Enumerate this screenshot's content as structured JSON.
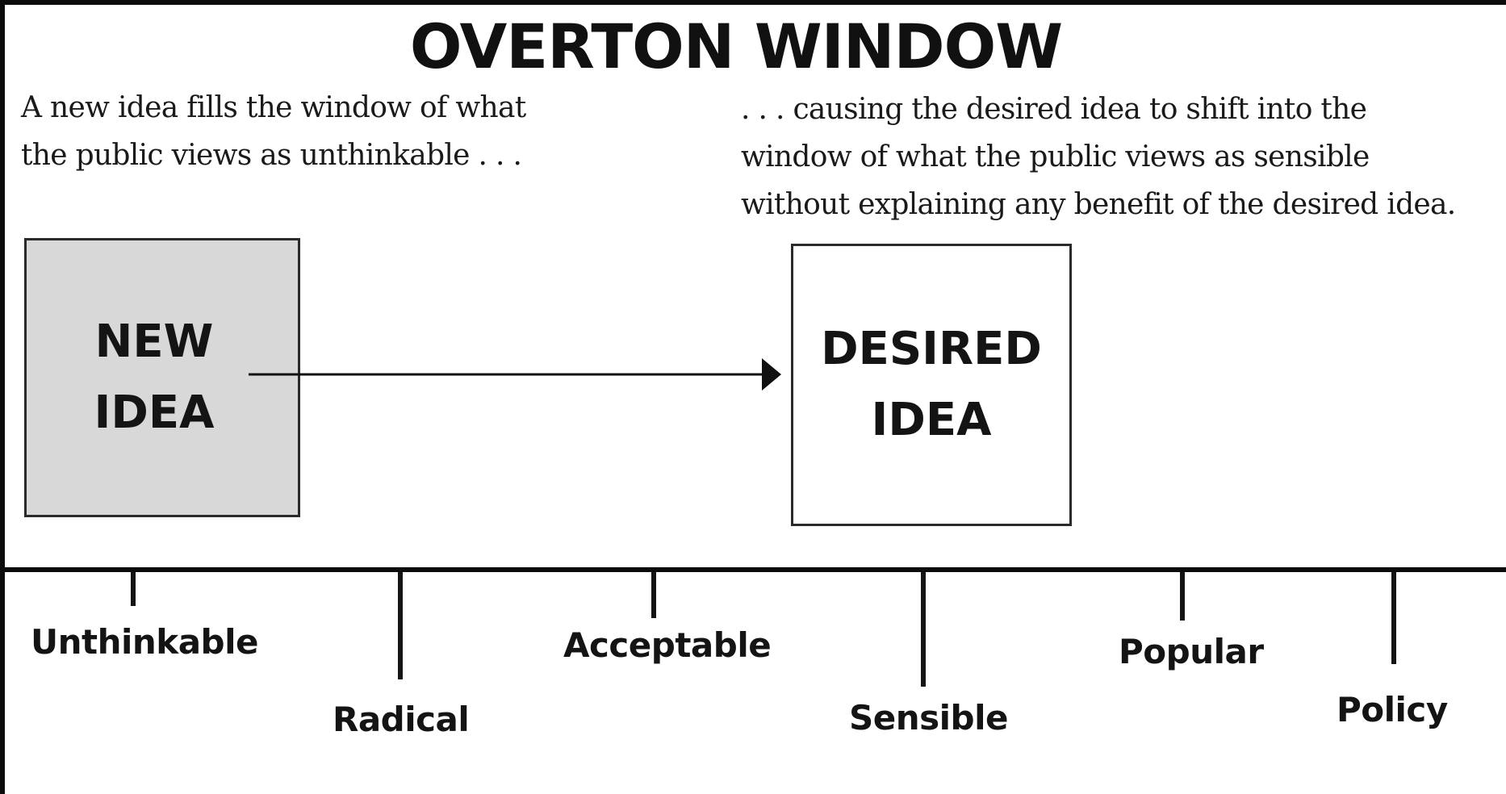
{
  "title": "OVERTON WINDOW",
  "captions": {
    "left": [
      "A new idea fills the window of what",
      "the public views as unthinkable . . ."
    ],
    "right": [
      ". . . causing the desired idea to shift into the",
      "window of what the public views as sensible",
      "without explaining any benefit of the desired idea."
    ]
  },
  "boxes": {
    "new_idea": [
      "NEW",
      "IDEA"
    ],
    "desired_idea": [
      "DESIRED",
      "IDEA"
    ]
  },
  "scale": {
    "labels": [
      "Unthinkable",
      "Radical",
      "Acceptable",
      "Sensible",
      "Popular",
      "Policy"
    ]
  },
  "colors": {
    "new_idea_fill": "#d8d8d8",
    "desired_idea_fill": "#ffffff",
    "line": "#0c0c0c"
  }
}
